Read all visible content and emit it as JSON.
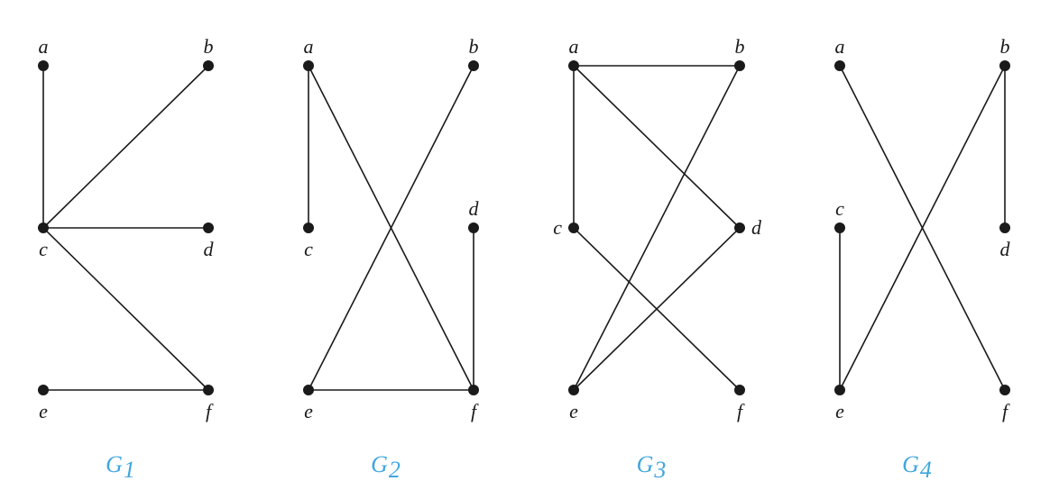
{
  "colors": {
    "ink": "#1a1a1a",
    "caption": "#3fa6de"
  },
  "graphs": [
    {
      "id": "G1",
      "name": "G",
      "subscript": "1",
      "vertices": [
        "a",
        "b",
        "c",
        "d",
        "e",
        "f"
      ],
      "edges": [
        [
          "a",
          "c"
        ],
        [
          "b",
          "c"
        ],
        [
          "c",
          "d"
        ],
        [
          "c",
          "f"
        ],
        [
          "e",
          "f"
        ]
      ]
    },
    {
      "id": "G2",
      "name": "G",
      "subscript": "2",
      "vertices": [
        "a",
        "b",
        "c",
        "d",
        "e",
        "f"
      ],
      "edges": [
        [
          "a",
          "c"
        ],
        [
          "a",
          "f"
        ],
        [
          "b",
          "e"
        ],
        [
          "d",
          "f"
        ],
        [
          "e",
          "f"
        ]
      ]
    },
    {
      "id": "G3",
      "name": "G",
      "subscript": "3",
      "vertices": [
        "a",
        "b",
        "c",
        "d",
        "e",
        "f"
      ],
      "edges": [
        [
          "a",
          "b"
        ],
        [
          "a",
          "c"
        ],
        [
          "a",
          "d"
        ],
        [
          "b",
          "e"
        ],
        [
          "c",
          "f"
        ],
        [
          "d",
          "e"
        ]
      ]
    },
    {
      "id": "G4",
      "name": "G",
      "subscript": "4",
      "vertices": [
        "a",
        "b",
        "c",
        "d",
        "e",
        "f"
      ],
      "edges": [
        [
          "a",
          "f"
        ],
        [
          "b",
          "d"
        ],
        [
          "b",
          "e"
        ],
        [
          "c",
          "e"
        ]
      ]
    }
  ]
}
